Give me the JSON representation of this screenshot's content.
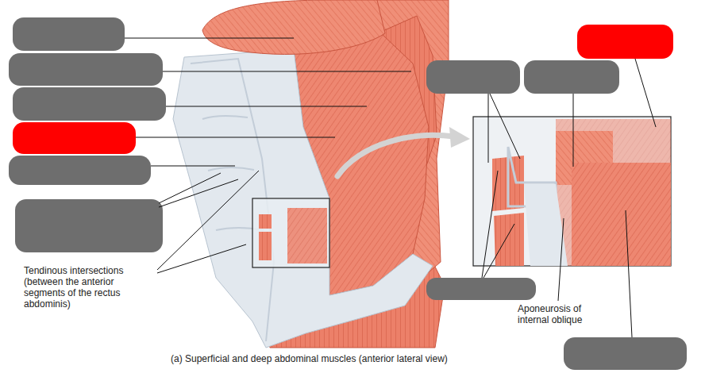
{
  "diagram": {
    "caption": "(a) Superficial and deep abdominal muscles (anterior lateral view)",
    "labels": [
      "Tendinous intersections (between the anterior segments of the rectus abdominis)",
      "Aponeurosis of internal oblique"
    ]
  }
}
